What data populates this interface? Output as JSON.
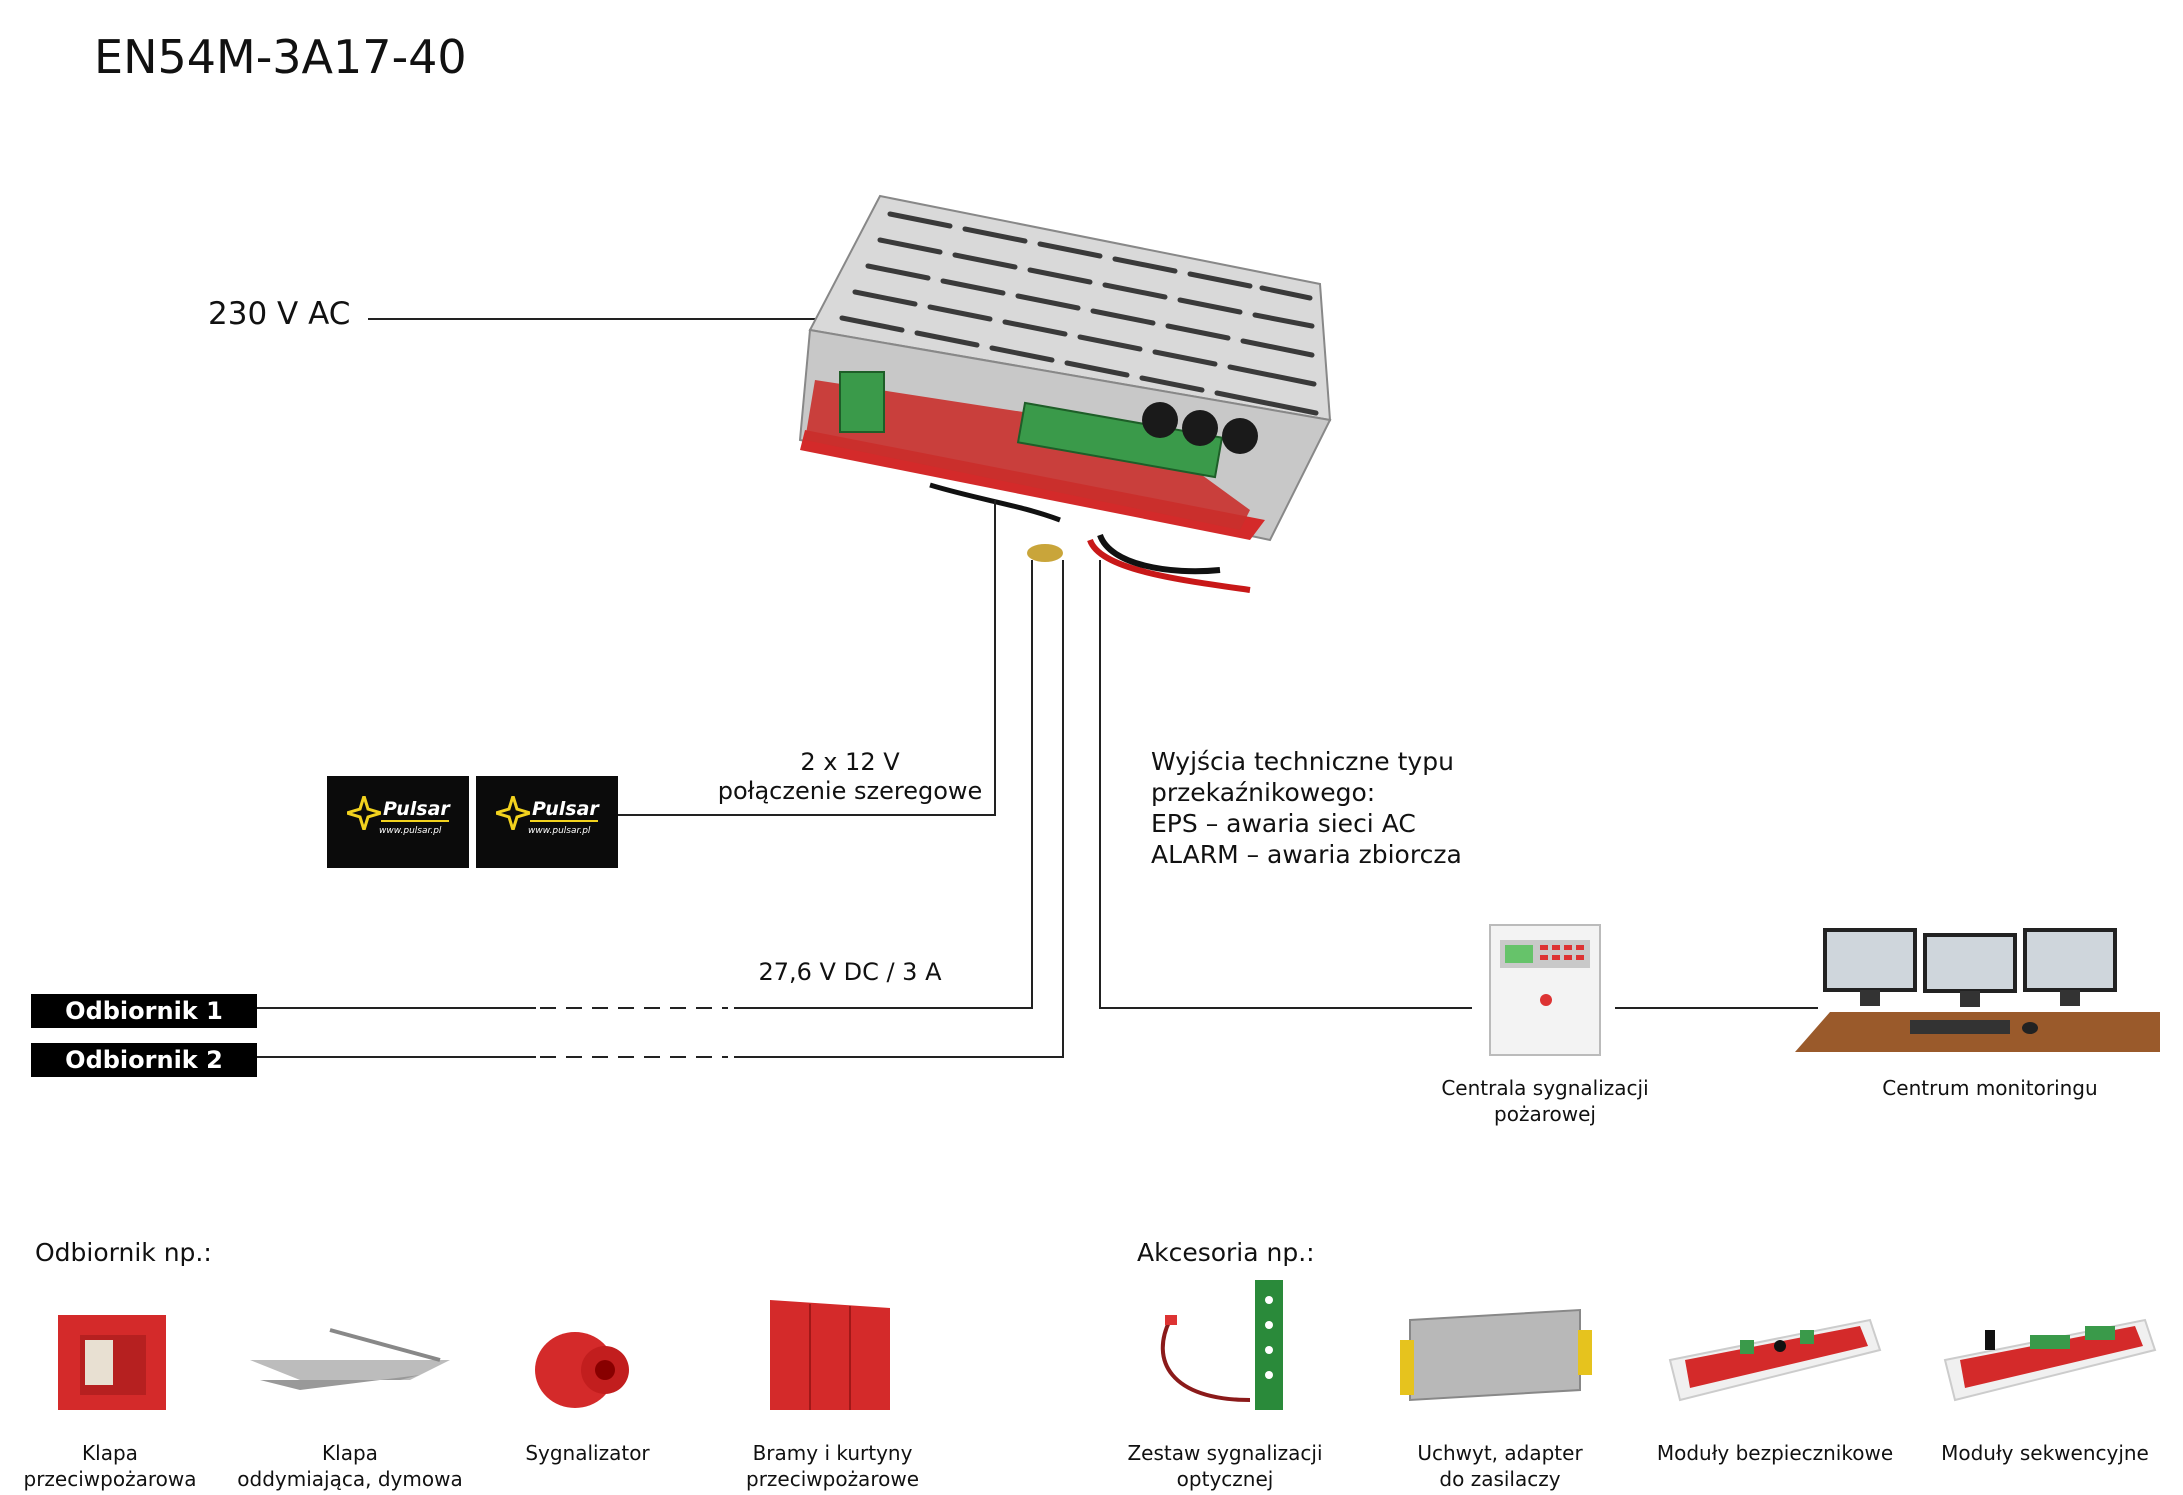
{
  "title": "EN54M-3A17-40",
  "input_label": "230 V AC",
  "battery": {
    "label_line1": "2 x 12 V",
    "label_line2": "połączenie szeregowe",
    "brand": "Pulsar",
    "url": "www.pulsar.pl"
  },
  "output": {
    "label": "27,6 V DC / 3 A",
    "receiver1": "Odbiornik 1",
    "receiver2": "Odbiornik 2"
  },
  "relay": {
    "line1": "Wyjścia techniczne typu",
    "line2": "przekaźnikowego:",
    "line3": "EPS – awaria sieci AC",
    "line4": "ALARM – awaria zbiorcza"
  },
  "fire_panel": {
    "line1": "Centrala sygnalizacji",
    "line2": "pożarowej"
  },
  "monitoring": {
    "label": "Centrum monitoringu"
  },
  "receivers_section": {
    "heading": "Odbiornik np.:",
    "items": [
      {
        "line1": "Klapa",
        "line2": "przeciwpożarowa"
      },
      {
        "line1": "Klapa",
        "line2": "oddymiająca, dymowa"
      },
      {
        "line1": "Sygnalizator",
        "line2": ""
      },
      {
        "line1": "Bramy i kurtyny",
        "line2": "przeciwpożarowe"
      }
    ]
  },
  "accessories_section": {
    "heading": "Akcesoria np.:",
    "items": [
      {
        "line1": "Zestaw sygnalizacji",
        "line2": "optycznej"
      },
      {
        "line1": "Uchwyt, adapter",
        "line2": "do zasilaczy"
      },
      {
        "line1": "Moduły bezpiecznikowe",
        "line2": ""
      },
      {
        "line1": "Moduły sekwencyjne",
        "line2": ""
      }
    ]
  },
  "colors": {
    "line": "#222222",
    "pcb_red": "#d42a2a",
    "terminal_green": "#3a9a4a"
  }
}
